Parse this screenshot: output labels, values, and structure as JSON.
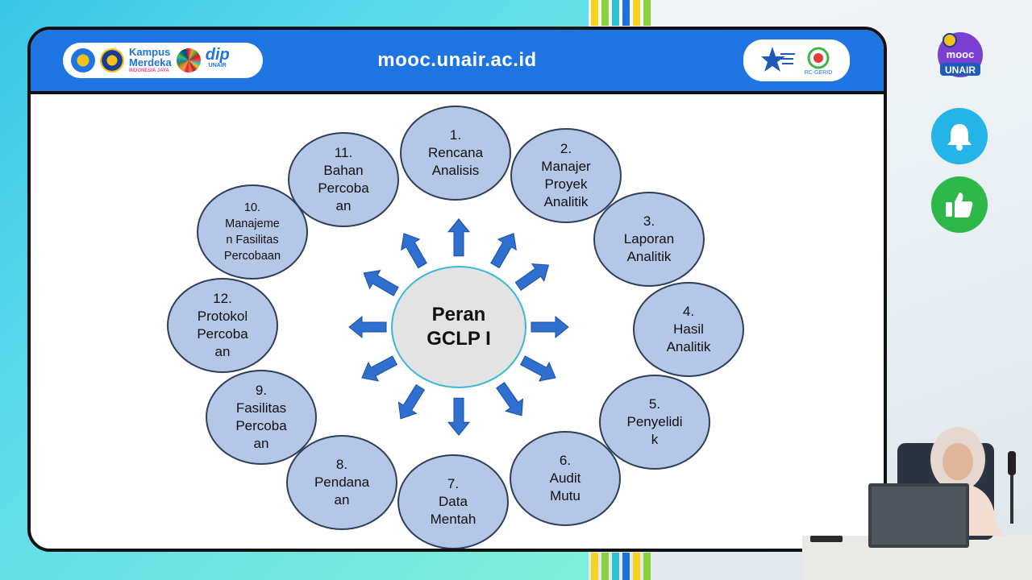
{
  "header": {
    "site": "mooc.unair.ac.id",
    "left_logos": {
      "kampus_merdeka_line1": "Kampus",
      "kampus_merdeka_line2": "Merdeka",
      "kampus_merdeka_sub": "INDONESIA JAYA",
      "dip": "dip",
      "dip_sub": "UNAIR"
    },
    "right_logos": {
      "rc": "RC-GERID"
    }
  },
  "diagram": {
    "center": "Peran\nGCLP I",
    "nodes": [
      {
        "id": "1",
        "text": "1.\nRencana\nAnalisis"
      },
      {
        "id": "2",
        "text": "2.\nManajer\nProyek\nAnalitik"
      },
      {
        "id": "3",
        "text": "3.\nLaporan\nAnalitik"
      },
      {
        "id": "4",
        "text": "4.\nHasil\nAnalitik"
      },
      {
        "id": "5",
        "text": "5.\nPenyelidi\nk"
      },
      {
        "id": "6",
        "text": "6.\nAudit\nMutu"
      },
      {
        "id": "7",
        "text": "7.\nData\nMentah"
      },
      {
        "id": "8",
        "text": "8.\nPendana\nan"
      },
      {
        "id": "9",
        "text": "9.\nFasilitas\nPercoba\nan"
      },
      {
        "id": "12",
        "text": "12.\nProtokol\nPercoba\nan"
      },
      {
        "id": "10",
        "text": "10.\nManajeme\nn Fasilitas\nPercobaan"
      },
      {
        "id": "11",
        "text": "11.\nBahan\nPercoba\nan"
      }
    ]
  },
  "sidebar": {
    "logo_top": "mooc",
    "logo_bottom": "UNAIR",
    "bell": "bell-icon",
    "like": "thumbs-up-icon"
  },
  "colors": {
    "header_blue": "#1e74e0",
    "node_fill": "#b4c7e7",
    "arrow_blue": "#2f6fd0",
    "bell_bg": "#24b4e8",
    "like_bg": "#2fb84a"
  }
}
